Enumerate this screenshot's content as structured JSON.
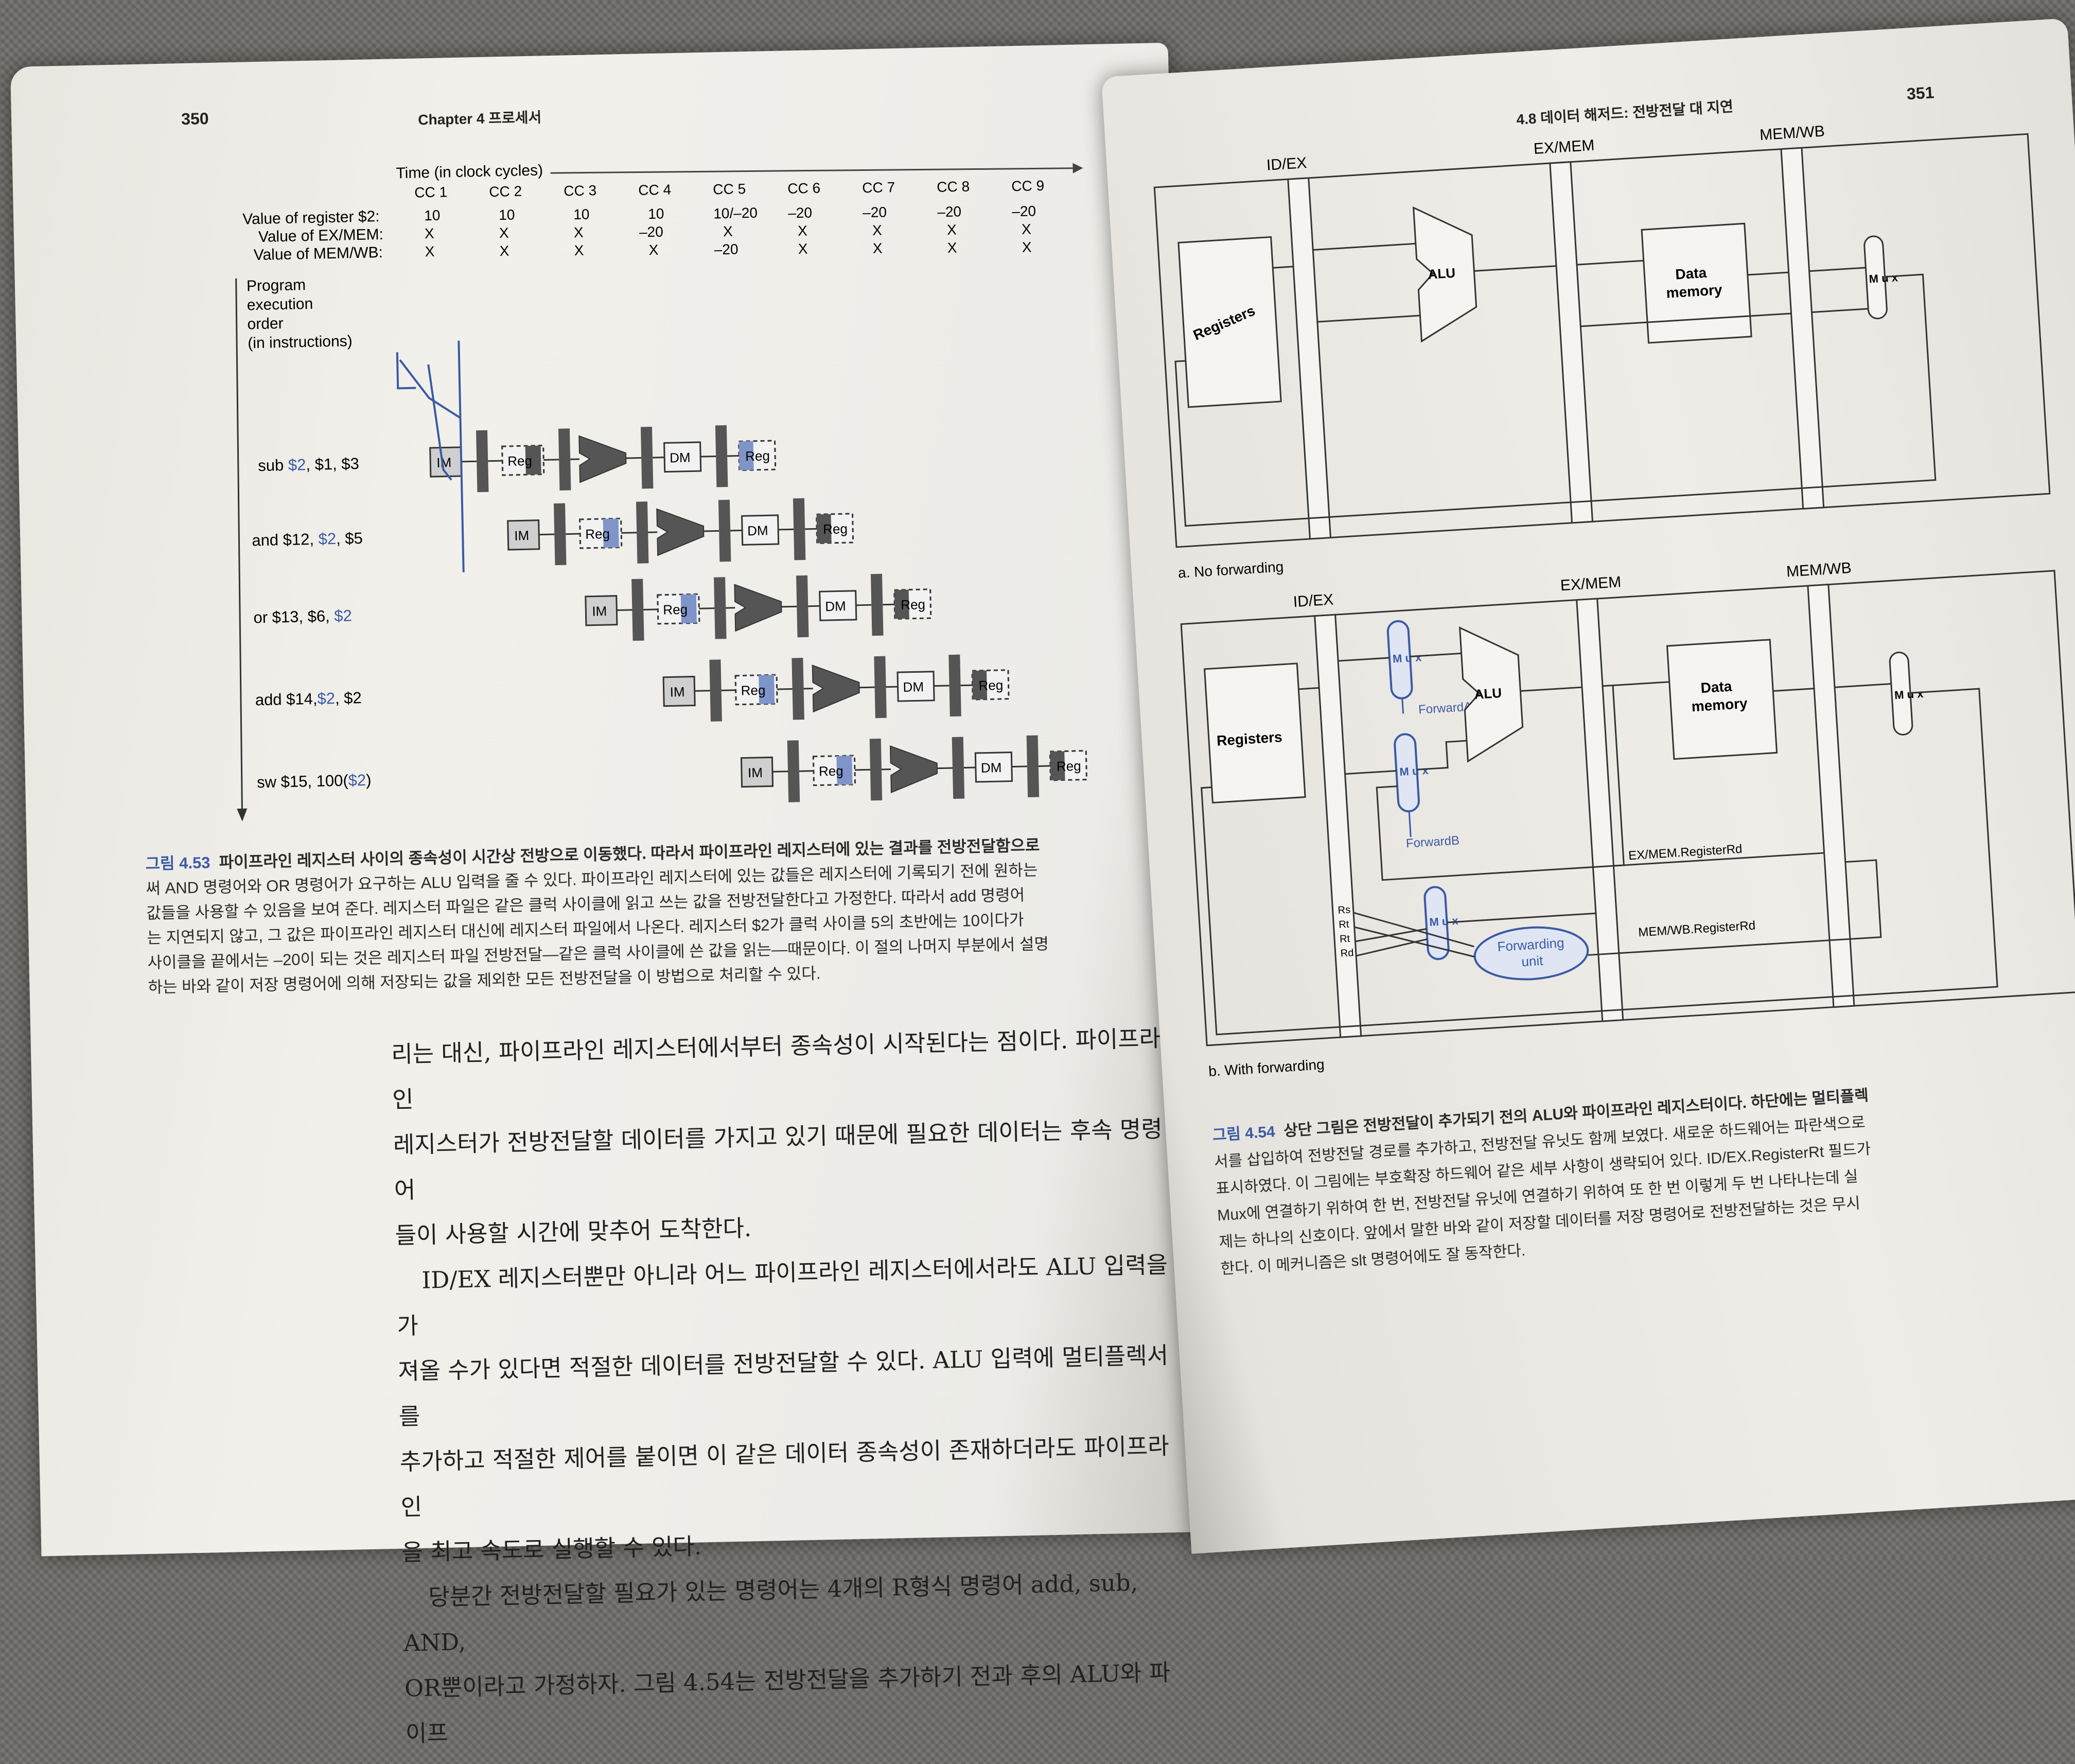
{
  "left_page": {
    "page_number": "350",
    "chapter_header": "Chapter 4   프로세서",
    "figure_453": {
      "time_axis_label": "Time (in clock cycles)",
      "clock_cycles": [
        "CC 1",
        "CC 2",
        "CC 3",
        "CC 4",
        "CC 5",
        "CC 6",
        "CC 7",
        "CC 8",
        "CC 9"
      ],
      "row_labels": [
        "Value of register $2:",
        "Value of EX/MEM:",
        "Value of MEM/WB:"
      ],
      "register_values": [
        "10",
        "10",
        "10",
        "10",
        "10/–20",
        "–20",
        "–20",
        "–20",
        "–20"
      ],
      "ex_mem_values": [
        "X",
        "X",
        "X",
        "–20",
        "X",
        "X",
        "X",
        "X",
        "X"
      ],
      "mem_wb_values": [
        "X",
        "X",
        "X",
        "X",
        "–20",
        "X",
        "X",
        "X",
        "X"
      ],
      "program_label": [
        "Program",
        "execution",
        "order",
        "(in instructions)"
      ],
      "instructions": [
        {
          "text": "sub ",
          "hl": "$2",
          "rest": ", $1, $3"
        },
        {
          "text": "and $12, ",
          "hl": "$2",
          "rest": ", $5"
        },
        {
          "text": "or $13, $6, ",
          "hl": "$2",
          "rest": ""
        },
        {
          "text": "add $14,",
          "hl": "$2",
          "rest": ", $2"
        },
        {
          "text": "sw $15, 100(",
          "hl": "$2",
          "rest": ")"
        }
      ],
      "stage_labels": {
        "im": "IM",
        "reg": "Reg",
        "dm": "DM"
      }
    },
    "caption_453": {
      "fig_no": "그림 4.53",
      "lines": [
        "파이프라인 레지스터 사이의 종속성이 시간상 전방으로 이동했다. 따라서 파이프라인 레지스터에 있는 결과를 전방전달함으로",
        "써 AND 명령어와 OR 명령어가 요구하는 ALU 입력을 줄 수 있다. 파이프라인 레지스터에 있는 값들은 레지스터에 기록되기 전에 원하는",
        "값들을 사용할 수 있음을 보여 준다. 레지스터 파일은 같은 클럭 사이클에 읽고 쓰는 값을 전방전달한다고 가정한다. 따라서 add 명령어",
        "는 지연되지 않고, 그 값은 파이프라인 레지스터 대신에 레지스터 파일에서 나온다. 레지스터 $2가 클럭 사이클 5의 초반에는 10이다가",
        "사이클을 끝에서는 –20이 되는 것은 레지스터 파일 전방전달—같은 클럭 사이클에 쓴 값을 읽는—때문이다. 이 절의 나머지 부분에서 설명",
        "하는 바와 같이 저장 명령어에 의해 저장되는 값을 제외한 모든 전방전달을 이 방법으로 처리할 수 있다."
      ]
    },
    "body": [
      "리는 대신, 파이프라인 레지스터에서부터 종속성이 시작된다는 점이다. 파이프라인",
      "레지스터가 전방전달할 데이터를 가지고 있기 때문에 필요한 데이터는 후속 명령어",
      "들이 사용할 시간에 맞추어 도착한다.",
      "ID/EX 레지스터뿐만 아니라 어느 파이프라인 레지스터에서라도 ALU 입력을 가",
      "져올 수가 있다면 적절한 데이터를 전방전달할 수 있다. ALU 입력에 멀티플렉서를",
      "추가하고 적절한 제어를 붙이면 이 같은 데이터 종속성이 존재하더라도 파이프라인",
      "을 최고 속도로 실행할 수 있다.",
      "당분간 전방전달할 필요가 있는 명령어는 4개의 R형식 명령어 add, sub, AND,",
      "OR뿐이라고 가정하자. 그림 4.54는 전방전달을 추가하기 전과 후의 ALU와 파이프"
    ]
  },
  "right_page": {
    "page_number": "351",
    "section_header": "4.8   데이터 해저드: 전방전달 대 지연",
    "diagram_a": {
      "labels": {
        "id_ex": "ID/EX",
        "ex_mem": "EX/MEM",
        "mem_wb": "MEM/WB",
        "registers": "Registers",
        "alu": "ALU",
        "data_memory": [
          "Data",
          "memory"
        ],
        "mux": "M u x"
      },
      "sublabel": "a. No forwarding"
    },
    "diagram_b": {
      "labels": {
        "id_ex": "ID/EX",
        "ex_mem": "EX/MEM",
        "mem_wb": "MEM/WB",
        "registers": "Registers",
        "alu": "ALU",
        "data_memory": [
          "Data",
          "memory"
        ],
        "mux": "M u x",
        "forward_a": "ForwardA",
        "forward_b": "ForwardB",
        "rs": "Rs",
        "rt1": "Rt",
        "rt2": "Rt",
        "rd": "Rd",
        "ex_mem_rd": "EX/MEM.RegisterRd",
        "mem_wb_rd": "MEM/WB.RegisterRd",
        "forwarding_unit": [
          "Forwarding",
          "unit"
        ]
      },
      "sublabel": "b. With forwarding"
    },
    "caption_454": {
      "fig_no": "그림 4.54",
      "lines": [
        "상단 그림은 전방전달이 추가되기 전의 ALU와 파이프라인 레지스터이다. 하단에는 멀티플렉",
        "서를 삽입하여 전방전달 경로를 추가하고, 전방전달 유닛도 함께 보였다. 새로운 하드웨어는 파란색으로",
        "표시하였다. 이 그림에는 부호확장 하드웨어 같은 세부 사항이 생략되어 있다. ID/EX.RegisterRt 필드가",
        "Mux에 연결하기 위하여 한 번, 전방전달 유닛에 연결하기 위하여 또 한 번 이렇게 두 번 나타나는데 실",
        "제는 하나의 신호이다. 앞에서 말한 바와 같이 저장할 데이터를 저장 명령어로 전방전달하는 것은 무시",
        "한다. 이 메커니즘은 slt 명령어에도 잘 동작한다."
      ]
    }
  },
  "colors": {
    "accent_blue": "#3b5aa5",
    "highlight_blue": "#7f95c9",
    "dark_gray": "#4a4a4a"
  }
}
